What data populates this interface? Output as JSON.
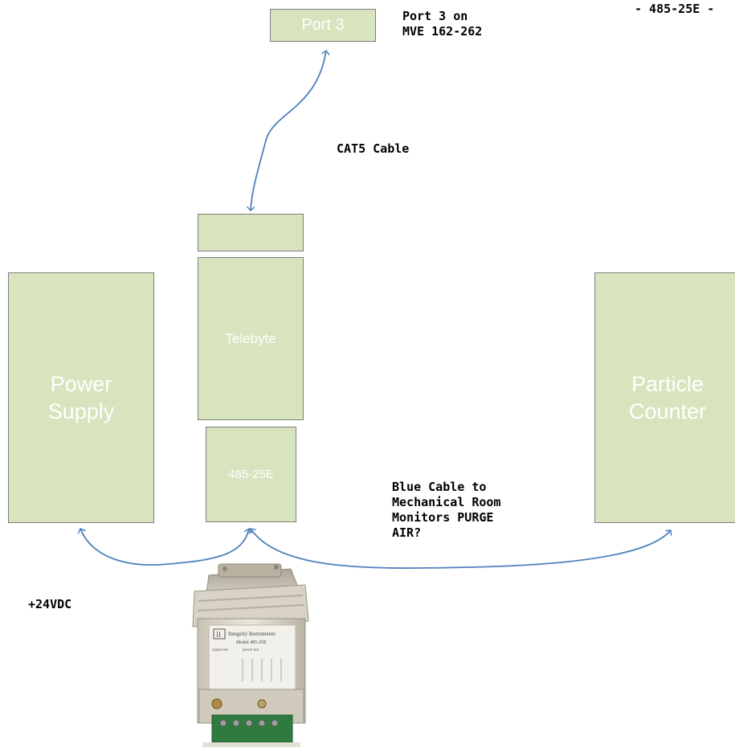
{
  "boxes": {
    "port3": "Port 3",
    "blank": "",
    "telebyte": "Telebyte",
    "converter": "485-25E",
    "power_supply": "Power\nSupply",
    "particle_counter": "Particle\nCounter"
  },
  "labels": {
    "port3_on": "Port 3 on\nMVE 162-262",
    "header_fragment": "- 485-25E -",
    "cat5": "CAT5 Cable",
    "blue_cable": "Blue Cable to\nMechanical Room\nMonitors PURGE\nAIR?",
    "voltage": "+24VDC"
  },
  "photo": {
    "device_brand": "Integrity Instruments",
    "device_model": "Model 485-25E",
    "led_left": "signal led",
    "led_right": "power led"
  },
  "colors": {
    "box_fill": "#d7e4bd",
    "box_border": "#7f7f7f",
    "cable": "#4f81bd"
  }
}
